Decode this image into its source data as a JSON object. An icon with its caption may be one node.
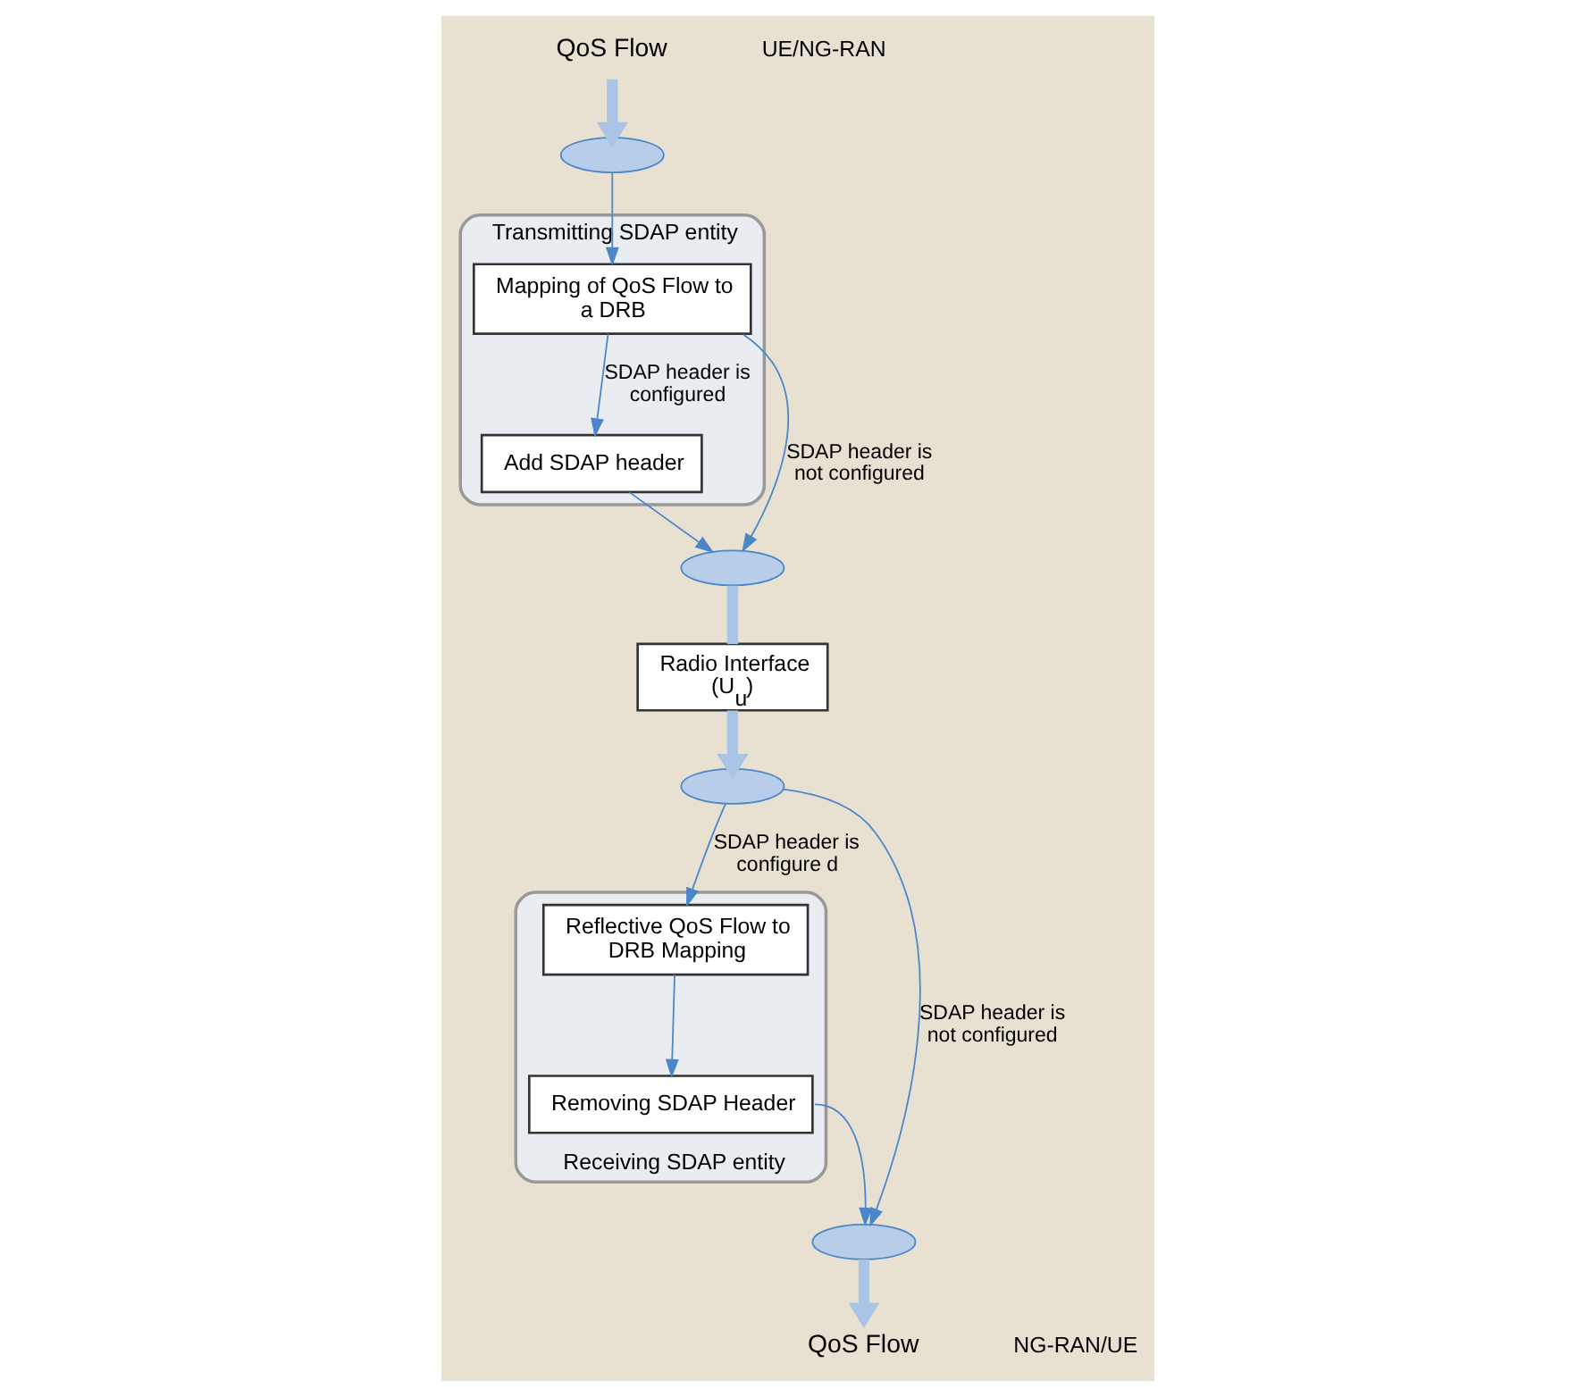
{
  "diagram": {
    "nodes": [
      {
        "text": [
          "Transmitting SDAP entity"
        ]
      },
      {
        "text": [
          "Mapping of QoS Flow to a DRB"
        ],
        "in": 0
      },
      {
        "text": [
          "Add SDAP header"
        ],
        "in": 0
      },
      {
        "text": [
          "Receiving SDAP entity"
        ]
      },
      {
        "text": [
          "Removing SDAP Header"
        ],
        "in": 3
      },
      {
        "text": [
          "Reflective QoS Flow to DRB Mapping"
        ],
        "in": 3
      },
      {
        "text": [
          "Radio Interface (U$_{u}$)"
        ]
      },
      {
        "text": [
          "QoS Flow"
        ]
      },
      {
        "text": [
          "QoS Flow"
        ]
      },
      {
        "text": [],
        "shape": "ellipse"
      },
      {
        "text": [],
        "shape": "ellipse"
      },
      {
        "text": [],
        "shape": "ellipse"
      },
      {
        "text": [],
        "shape": "ellipse"
      }
    ],
    "edges": [
      {
        "from": 7,
        "to": 9,
        "arrow": "to",
        "style": "thick",
        "color": "#a9c4e4"
      },
      {
        "from": 9,
        "to": 1,
        "arrow": "to"
      },
      {
        "from": 1,
        "to": 2,
        "arrow": "to",
        "label": "SDAP header is configured"
      },
      {
        "from": 1,
        "to": 10,
        "arrow": "to",
        "label": "SDAP header is not configured"
      },
      {
        "from": 2,
        "to": 10,
        "arrow": "to"
      },
      {
        "from": 10,
        "to": 6,
        "arrow": "none",
        "style": "thick",
        "color": "#a9c4e4"
      },
      {
        "from": 6,
        "to": 11,
        "arrow": "to",
        "style": "thick",
        "color": "#a9c4e4"
      },
      {
        "from": 11,
        "to": 5,
        "arrow": "to",
        "label": "SDAP header is configure d"
      },
      {
        "from": 11,
        "to": 12,
        "arrow": "to",
        "label": "SDAP header is not configured"
      },
      {
        "from": 5,
        "to": 4,
        "arrow": "to"
      },
      {
        "from": 4,
        "to": 12,
        "arrow": "to"
      },
      {
        "from": 12,
        "to": 8,
        "arrow": "to",
        "style": "thick",
        "color": "#a9c4e4"
      }
    ],
    "labels": [
      "UE/NG-RAN",
      "NG-RAN/UE"
    ]
  }
}
